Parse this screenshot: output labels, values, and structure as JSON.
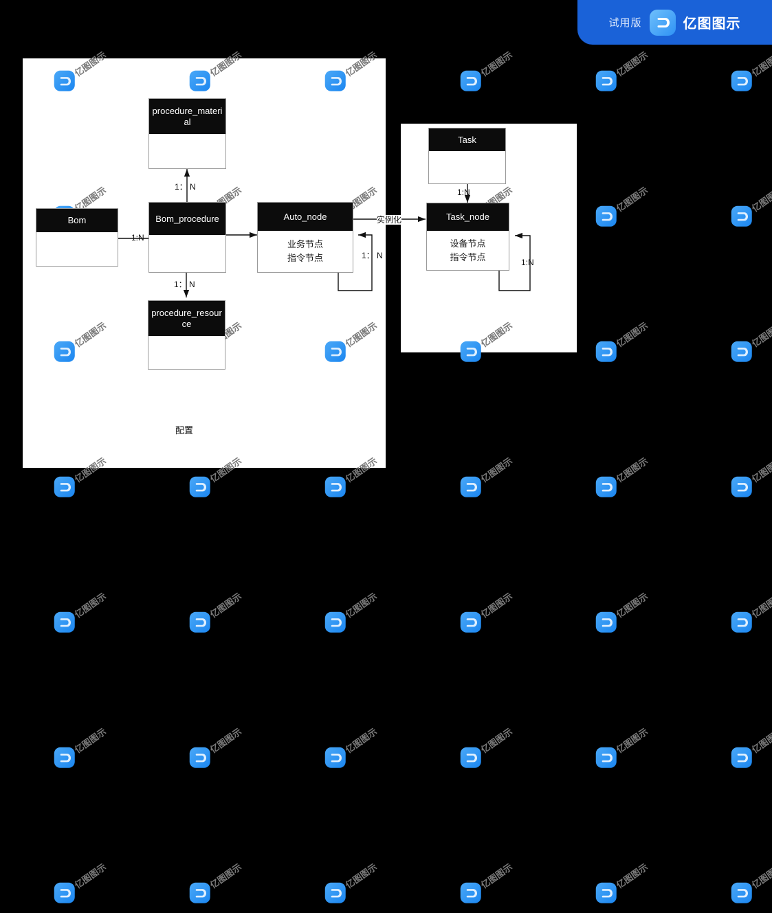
{
  "canvas": {
    "background_color": "#000000",
    "panel_color": "#ffffff"
  },
  "trial_badge": {
    "label": "试用版",
    "brand": "亿图图示",
    "logo_icon": "edraw-logo-icon",
    "background_color": "#1a62d8"
  },
  "watermark": {
    "text": "亿图图示",
    "logo_icon": "edraw-watermark-logo-icon"
  },
  "diagram": {
    "title_label": "配置",
    "entities": [
      {
        "id": "procedure_material",
        "name": "procedure_material",
        "attributes": ""
      },
      {
        "id": "bom",
        "name": "Bom",
        "attributes": ""
      },
      {
        "id": "bom_procedure",
        "name": "Bom_procedure",
        "attributes": ""
      },
      {
        "id": "auto_node",
        "name": "Auto_node",
        "attributes": "业务节点\n指令节点"
      },
      {
        "id": "procedure_resource",
        "name": "procedure_resource",
        "attributes": ""
      },
      {
        "id": "task",
        "name": "Task",
        "attributes": ""
      },
      {
        "id": "task_node",
        "name": "Task_node",
        "attributes": "设备节点\n指令节点"
      }
    ],
    "edges": [
      {
        "id": "bom-to-bom_procedure",
        "from": "bom",
        "to": "bom_procedure",
        "label": "1:N"
      },
      {
        "id": "bom_procedure-to-procedure_material",
        "from": "bom_procedure",
        "to": "procedure_material",
        "label": "1： N"
      },
      {
        "id": "bom_procedure-to-procedure_resource",
        "from": "bom_procedure",
        "to": "procedure_resource",
        "label": "1： N"
      },
      {
        "id": "bom_procedure-to-auto_node",
        "from": "bom_procedure",
        "to": "auto_node",
        "label": ""
      },
      {
        "id": "auto_node-self",
        "from": "auto_node",
        "to": "auto_node",
        "label": "1： N"
      },
      {
        "id": "auto_node-to-task_node",
        "from": "auto_node",
        "to": "task_node",
        "label": "实例化"
      },
      {
        "id": "task-to-task_node",
        "from": "task",
        "to": "task_node",
        "label": "1:N"
      },
      {
        "id": "task_node-self",
        "from": "task_node",
        "to": "task_node",
        "label": "1:N"
      }
    ]
  }
}
